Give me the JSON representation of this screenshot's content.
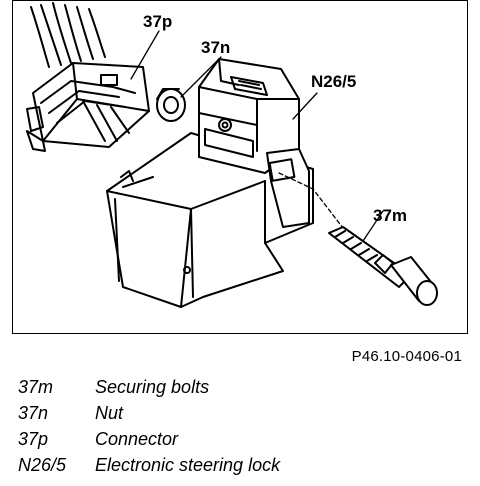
{
  "callouts": {
    "c37p": "37p",
    "c37n": "37n",
    "cN265": "N26/5",
    "c37m": "37m"
  },
  "figure_code": "P46.10-0406-01",
  "legend": [
    {
      "key": "37m",
      "desc": "Securing bolts"
    },
    {
      "key": "37n",
      "desc": "Nut"
    },
    {
      "key": "37p",
      "desc": "Connector"
    },
    {
      "key": "N26/5",
      "desc": "Electronic steering lock"
    }
  ]
}
